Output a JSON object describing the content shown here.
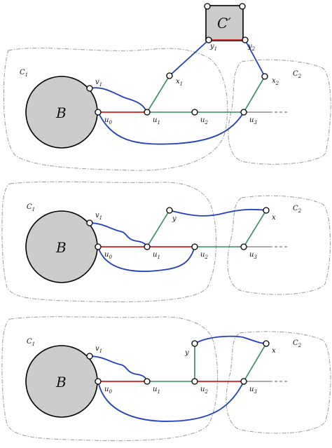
{
  "panels": [
    {
      "labels": {
        "C1": "C",
        "C1_sub": "1",
        "C2": "C",
        "C2_sub": "2",
        "Cprime": "C′",
        "B": "B",
        "v1": "v",
        "v1_sub": "1",
        "u0": "u",
        "u0_sub": "0",
        "u1": "u",
        "u1_sub": "1",
        "u2": "u",
        "u2_sub": "2",
        "u3": "u",
        "u3_sub": "3",
        "x1": "x",
        "x1_sub": "1",
        "x2": "x",
        "x2_sub": "2",
        "y1": "y",
        "y1_sub": "1",
        "y2": "y",
        "y2_sub": "2"
      }
    },
    {
      "labels": {
        "C1": "C",
        "C1_sub": "1",
        "C2": "C",
        "C2_sub": "2",
        "B": "B",
        "v1": "v",
        "v1_sub": "1",
        "u0": "u",
        "u0_sub": "0",
        "u1": "u",
        "u1_sub": "1",
        "u2": "u",
        "u2_sub": "2",
        "u3": "u",
        "u3_sub": "3",
        "y": "y",
        "x": "x"
      }
    },
    {
      "labels": {
        "C1": "C",
        "C1_sub": "1",
        "C2": "C",
        "C2_sub": "2",
        "B": "B",
        "v1": "v",
        "v1_sub": "1",
        "u0": "u",
        "u0_sub": "0",
        "u1": "u",
        "u1_sub": "1",
        "u2": "u",
        "u2_sub": "2",
        "u3": "u",
        "u3_sub": "3",
        "y": "y",
        "x": "x"
      }
    }
  ],
  "colors": {
    "red_edge": "#d81b1b",
    "green_edge": "#2e8b57",
    "blue_path": "#1f3fbf",
    "gray_edge": "#7a7a7a",
    "blob_fill": "#cccccc"
  }
}
